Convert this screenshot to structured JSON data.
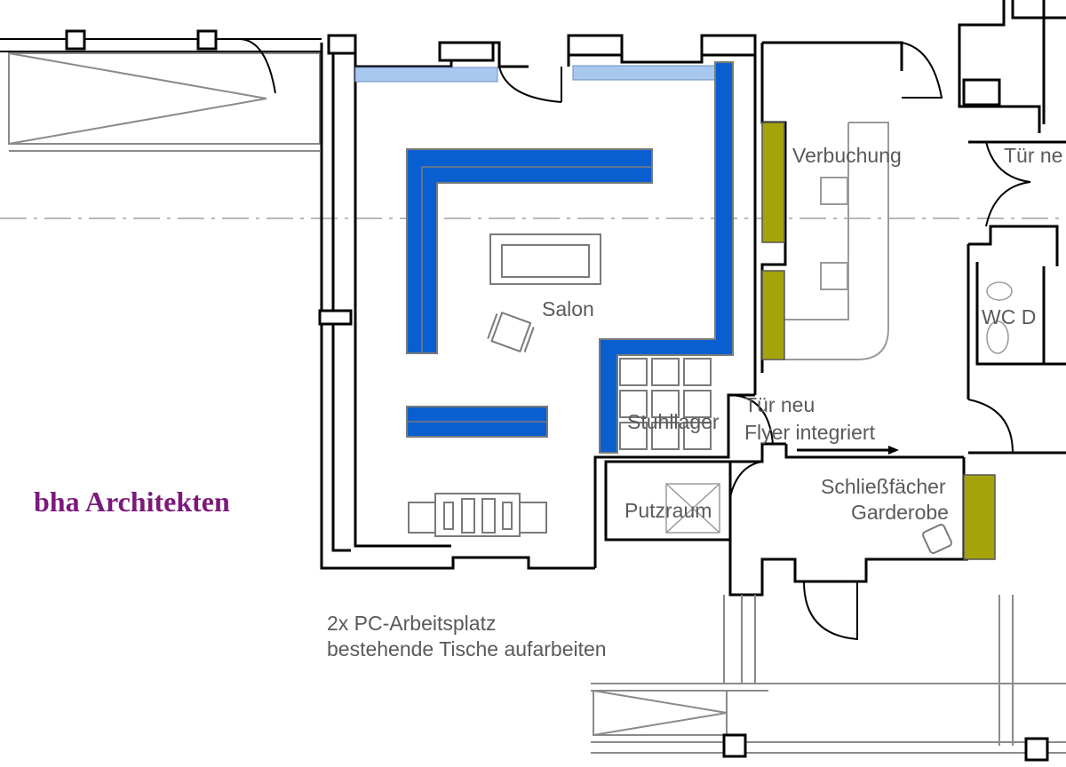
{
  "brand": {
    "text": "bha Architekten",
    "color": "#7b1a7b"
  },
  "rooms": {
    "verbuchung": "Verbuchung",
    "tuer_neu_top": "Tür ne",
    "salon": "Salon",
    "wc": "WC D",
    "stuhllager": "Stuhllager",
    "tuer_neu": "Tür neu",
    "flyer": "Flyer integriert",
    "putzraum": "Putzraum",
    "schliessfaecher": "Schließfächer",
    "garderobe": "Garderobe"
  },
  "notes": {
    "pc_line1": "2x PC-Arbeitsplatz",
    "pc_line2": "bestehende Tische aufarbeiten"
  },
  "colors": {
    "wall": "#000000",
    "shelf_blue": "#0a5fd0",
    "window_light_blue": "#a9c8ef",
    "locker_olive": "#a5a30a",
    "furniture_gray": "#7a7a7a",
    "existing_gray": "#9a9a9a",
    "centerline": "#b8b8b8"
  }
}
